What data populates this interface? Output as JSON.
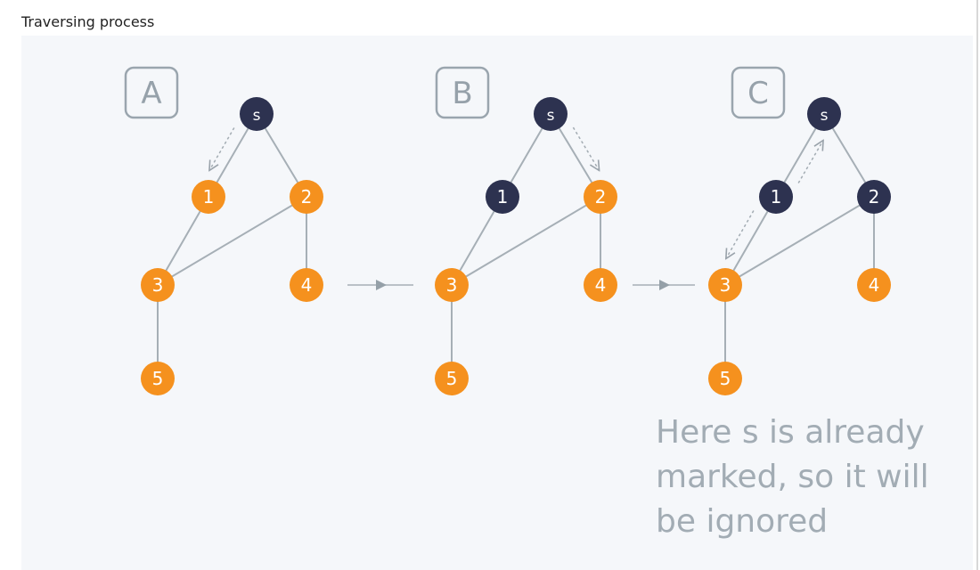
{
  "page": {
    "title": "Traversing process"
  },
  "colors": {
    "visited": "#2d3250",
    "unvisited": "#f5911e",
    "edge": "#a6afb6",
    "frame": "#9aa5ae",
    "background": "#f5f7fa"
  },
  "panels": [
    {
      "label": "A",
      "nodes": [
        {
          "id": "s",
          "label": "s",
          "state": "visited"
        },
        {
          "id": "1",
          "label": "1",
          "state": "unvisited"
        },
        {
          "id": "2",
          "label": "2",
          "state": "unvisited"
        },
        {
          "id": "3",
          "label": "3",
          "state": "unvisited"
        },
        {
          "id": "4",
          "label": "4",
          "state": "unvisited"
        },
        {
          "id": "5",
          "label": "5",
          "state": "unvisited"
        }
      ],
      "traversal_steps": [
        {
          "from": "s",
          "to": "1"
        }
      ]
    },
    {
      "label": "B",
      "nodes": [
        {
          "id": "s",
          "label": "s",
          "state": "visited"
        },
        {
          "id": "1",
          "label": "1",
          "state": "visited"
        },
        {
          "id": "2",
          "label": "2",
          "state": "unvisited"
        },
        {
          "id": "3",
          "label": "3",
          "state": "unvisited"
        },
        {
          "id": "4",
          "label": "4",
          "state": "unvisited"
        },
        {
          "id": "5",
          "label": "5",
          "state": "unvisited"
        }
      ],
      "traversal_steps": [
        {
          "from": "s",
          "to": "2"
        }
      ]
    },
    {
      "label": "C",
      "nodes": [
        {
          "id": "s",
          "label": "s",
          "state": "visited"
        },
        {
          "id": "1",
          "label": "1",
          "state": "visited"
        },
        {
          "id": "2",
          "label": "2",
          "state": "visited"
        },
        {
          "id": "3",
          "label": "3",
          "state": "unvisited"
        },
        {
          "id": "4",
          "label": "4",
          "state": "unvisited"
        },
        {
          "id": "5",
          "label": "5",
          "state": "unvisited"
        }
      ],
      "traversal_steps": [
        {
          "from": "1",
          "to": "3"
        },
        {
          "from": "1",
          "to": "s"
        }
      ]
    }
  ],
  "edges": [
    [
      "s",
      "1"
    ],
    [
      "s",
      "2"
    ],
    [
      "1",
      "3"
    ],
    [
      "3",
      "2"
    ],
    [
      "2",
      "4"
    ],
    [
      "3",
      "5"
    ]
  ],
  "note": {
    "lines": [
      "Here s is already",
      "marked, so it will",
      "be ignored"
    ]
  }
}
